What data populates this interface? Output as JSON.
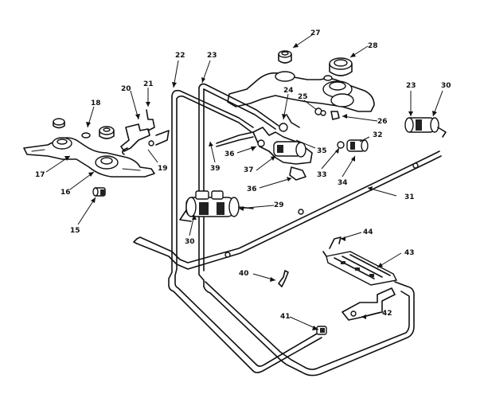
{
  "diagram": {
    "callouts": [
      {
        "id": "c15",
        "text": "15"
      },
      {
        "id": "c16",
        "text": "16"
      },
      {
        "id": "c17",
        "text": "17"
      },
      {
        "id": "c18",
        "text": "18"
      },
      {
        "id": "c19",
        "text": "19"
      },
      {
        "id": "c20",
        "text": "20"
      },
      {
        "id": "c21",
        "text": "21"
      },
      {
        "id": "c22",
        "text": "22"
      },
      {
        "id": "c23a",
        "text": "23"
      },
      {
        "id": "c23b",
        "text": "23"
      },
      {
        "id": "c24",
        "text": "24"
      },
      {
        "id": "c25",
        "text": "25"
      },
      {
        "id": "c26",
        "text": "26"
      },
      {
        "id": "c27",
        "text": "27"
      },
      {
        "id": "c28",
        "text": "28"
      },
      {
        "id": "c29",
        "text": "29"
      },
      {
        "id": "c30a",
        "text": "30"
      },
      {
        "id": "c30b",
        "text": "30"
      },
      {
        "id": "c31",
        "text": "31"
      },
      {
        "id": "c32",
        "text": "32"
      },
      {
        "id": "c33",
        "text": "33"
      },
      {
        "id": "c34",
        "text": "34"
      },
      {
        "id": "c35",
        "text": "35"
      },
      {
        "id": "c36a",
        "text": "36"
      },
      {
        "id": "c36b",
        "text": "36"
      },
      {
        "id": "c37",
        "text": "37"
      },
      {
        "id": "c39",
        "text": "39"
      },
      {
        "id": "c40",
        "text": "40"
      },
      {
        "id": "c41",
        "text": "41"
      },
      {
        "id": "c42",
        "text": "42"
      },
      {
        "id": "c43",
        "text": "43"
      },
      {
        "id": "c44",
        "text": "44"
      }
    ]
  }
}
